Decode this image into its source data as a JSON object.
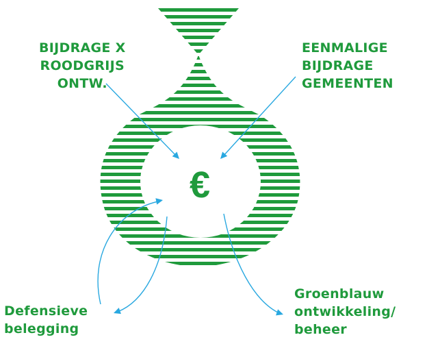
{
  "symbol": "€",
  "labels": {
    "top_left": [
      "BIJDRAGE X",
      "ROODGRIJS",
      "ONTW."
    ],
    "top_right": [
      "EENMALIGE",
      "BIJDRAGE",
      "GEMEENTEN"
    ],
    "bottom_left": [
      "Defensieve",
      "belegging"
    ],
    "bottom_right": [
      "Groenblauw",
      "ontwikkeling/",
      "beheer"
    ]
  },
  "colors": {
    "stripe": "#1f9a3c",
    "arrow": "#29a8e0",
    "text": "#1f9a3c",
    "background": "#ffffff"
  }
}
